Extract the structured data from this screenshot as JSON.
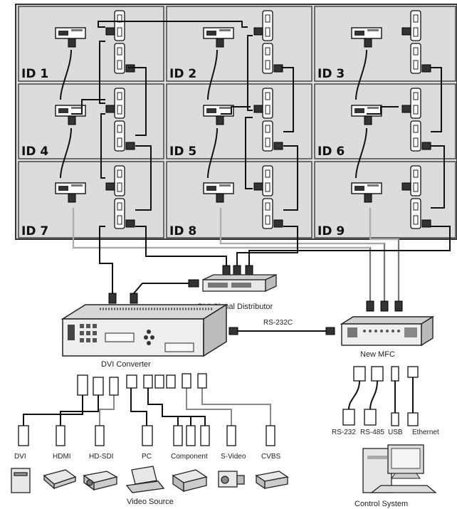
{
  "panels": [
    {
      "label": "ID 1"
    },
    {
      "label": "ID 2"
    },
    {
      "label": "ID 3"
    },
    {
      "label": "ID 4"
    },
    {
      "label": "ID 5"
    },
    {
      "label": "ID 6"
    },
    {
      "label": "ID 7"
    },
    {
      "label": "ID 8"
    },
    {
      "label": "ID 9"
    }
  ],
  "devices": {
    "distributor": "DVI Signal Distributor",
    "converter": "DVI Converter",
    "mfc": "New MFC",
    "rs232c": "RS-232C",
    "video_source": "Video Source",
    "control_system": "Control System"
  },
  "sources": [
    "DVI",
    "HDMI",
    "HD-SDI",
    "PC",
    "Component",
    "S-Video",
    "CVBS"
  ],
  "control_ports": [
    "RS-232",
    "RS-485",
    "USB",
    "Ethernet"
  ]
}
